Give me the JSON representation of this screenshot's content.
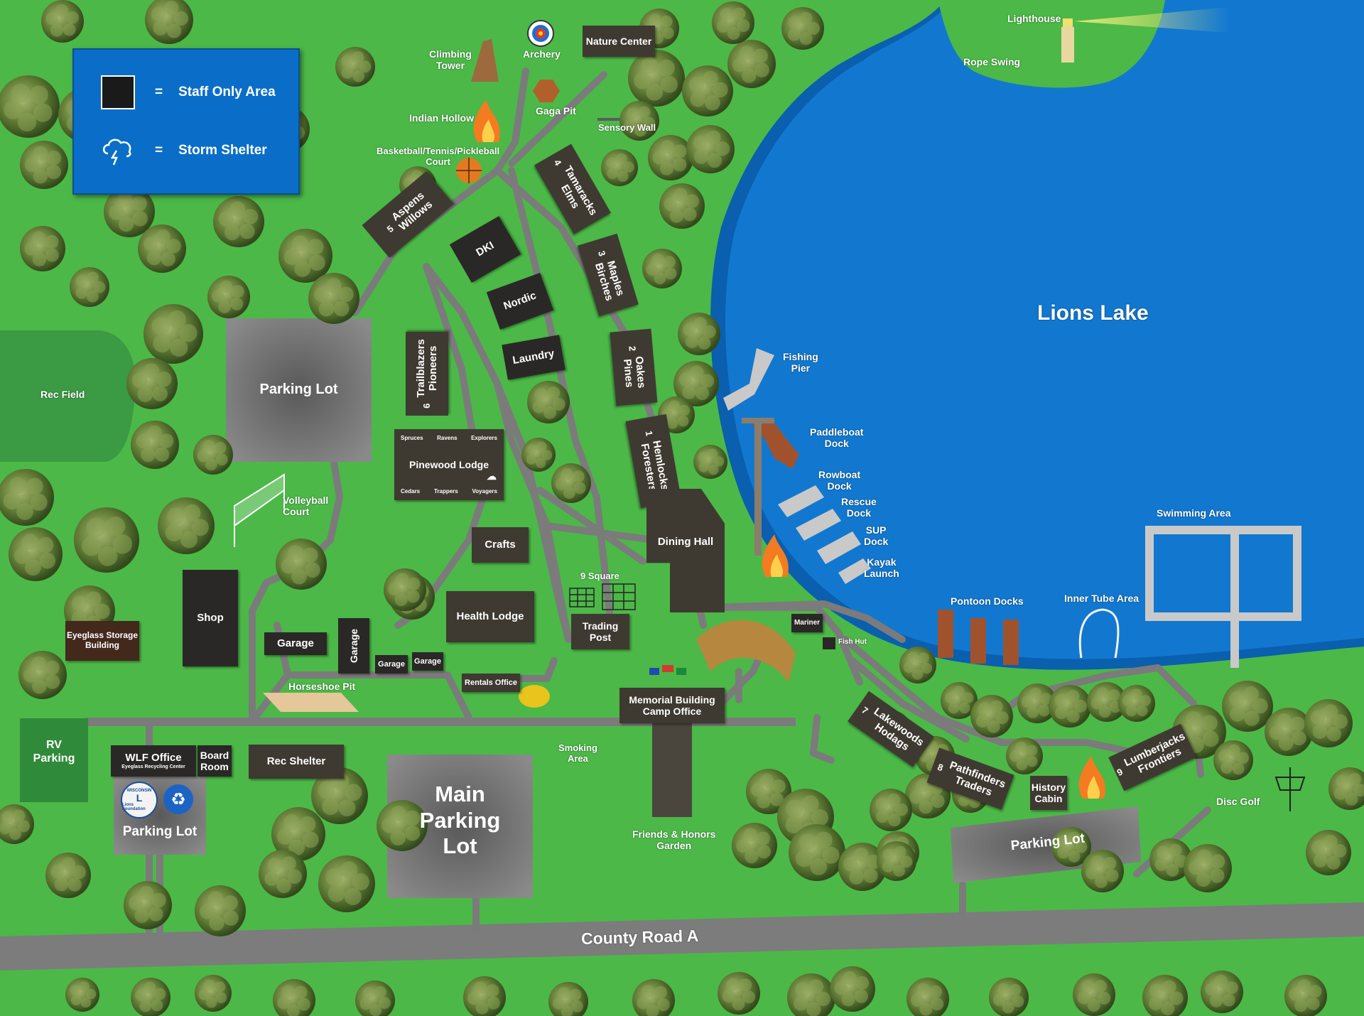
{
  "legend": {
    "staff_label": "Staff Only Area",
    "storm_label": "Storm Shelter",
    "equals": "=",
    "staff_color": "#1a1a1a",
    "storm_icon": "storm-cloud-icon"
  },
  "colors": {
    "grass": "#4cb848",
    "lake": "#0d6dc0",
    "road": "#7b7b7b",
    "building": "#3e3a31",
    "legend_bg": "#0a6ec8"
  },
  "water": {
    "lake_name": "Lions Lake"
  },
  "roads": {
    "county_road": "County Road A"
  },
  "parking": {
    "main": [
      "Main",
      "Parking",
      "Lot"
    ],
    "north": "Parking Lot",
    "west": "Parking Lot",
    "east": "Parking Lot",
    "rv": [
      "RV",
      "Parking"
    ]
  },
  "fields": {
    "rec_field": "Rec Field"
  },
  "cabins": {
    "c5": {
      "num": "5",
      "names": [
        "Aspens",
        "Willows"
      ]
    },
    "c4": {
      "num": "4",
      "names": [
        "Tamaracks",
        "Elms"
      ]
    },
    "c3": {
      "num": "3",
      "names": [
        "Maples",
        "Birches"
      ]
    },
    "c2": {
      "num": "2",
      "names": [
        "Oakes",
        "Pines"
      ]
    },
    "c1": {
      "num": "1",
      "names": [
        "Hemlocks",
        "Foresters"
      ]
    },
    "c6": {
      "num": "6",
      "names": [
        "Trailblazers",
        "Pioneers"
      ]
    },
    "c7": {
      "num": "7",
      "names": [
        "Lakewoods",
        "Hodags"
      ]
    },
    "c8": {
      "num": "8",
      "names": [
        "Pathfinders",
        "Traders"
      ]
    },
    "c9": {
      "num": "9",
      "names": [
        "Lumberjacks",
        "Frontiers"
      ]
    }
  },
  "buildings": {
    "dki": "DKI",
    "nordic": "Nordic",
    "laundry": "Laundry",
    "nature_center": "Nature Center",
    "pinewood": {
      "name": "Pinewood Lodge",
      "top": [
        "Spruces",
        "Ravens",
        "Explorers"
      ],
      "bottom": [
        "Cedars",
        "Trappers",
        "Voyagers"
      ]
    },
    "crafts": "Crafts",
    "dining_hall": "Dining Hall",
    "health_lodge": "Health Lodge",
    "trading_post": [
      "Trading",
      "Post"
    ],
    "shop": "Shop",
    "garage_main": "Garage",
    "garage_vertical": "Garage",
    "garage_small1": "Garage",
    "garage_small2": "Garage",
    "rentals": "Rentals Office",
    "eyeglass": [
      "Eyeglass Storage",
      "Building"
    ],
    "memorial": [
      "Memorial Building",
      "Camp Office"
    ],
    "wlf": {
      "name": "WLF Office",
      "sub": "Eyeglass Recycling Center"
    },
    "board_room": [
      "Board",
      "Room"
    ],
    "rec_shelter": "Rec Shelter",
    "history_cabin": [
      "History",
      "Cabin"
    ],
    "mariner": "Mariner"
  },
  "labels": {
    "climbing_tower": [
      "Climbing",
      "Tower"
    ],
    "archery": "Archery",
    "indian_hollow": "Indian Hollow",
    "gaga_pit": "Gaga Pit",
    "sensory_wall": "Sensory Wall",
    "courts": [
      "Basketball/Tennis/Pickleball",
      "Court"
    ],
    "volleyball": [
      "Volleyball",
      "Court"
    ],
    "horseshoe": "Horseshoe Pit",
    "nine_square": "9 Square",
    "smoking": [
      "Smoking",
      "Area"
    ],
    "friends_garden": [
      "Friends & Honors",
      "Garden"
    ],
    "fishing_pier": [
      "Fishing",
      "Pier"
    ],
    "paddleboat": [
      "Paddleboat",
      "Dock"
    ],
    "rowboat": [
      "Rowboat",
      "Dock"
    ],
    "rescue": [
      "Rescue",
      "Dock"
    ],
    "sup": [
      "SUP",
      "Dock"
    ],
    "kayak": [
      "Kayak",
      "Launch"
    ],
    "pontoon": "Pontoon Docks",
    "inner_tube": "Inner Tube Area",
    "swimming": "Swimming Area",
    "fish_hut": "Fish Hut",
    "lighthouse": "Lighthouse",
    "rope_swing": "Rope Swing",
    "disc_golf": "Disc Golf",
    "lions_seal": [
      "WISCONSIN",
      "Lions Foundation"
    ]
  }
}
